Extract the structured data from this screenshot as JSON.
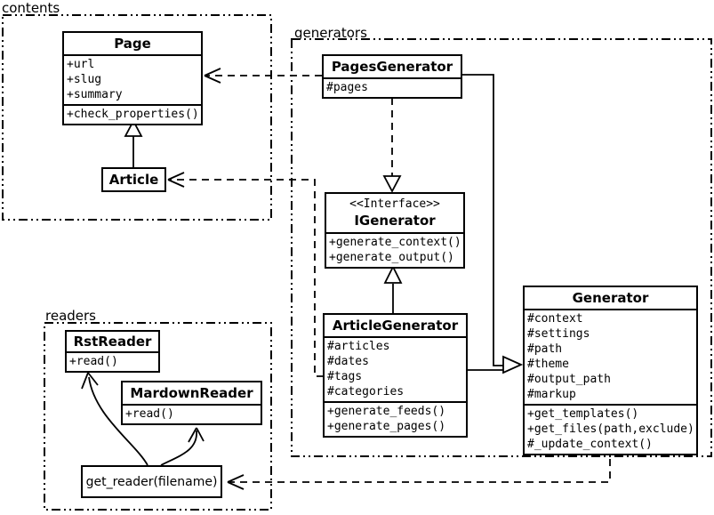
{
  "diagram": {
    "packages": {
      "contents": "contents",
      "generators": "generators",
      "readers": "readers"
    },
    "classes": {
      "page": {
        "title": "Page",
        "attributes": [
          "+url",
          "+slug",
          "+summary"
        ],
        "methods": [
          "+check_properties()"
        ]
      },
      "article": {
        "title": "Article"
      },
      "pages_generator": {
        "title": "PagesGenerator",
        "attributes": [
          "#pages"
        ]
      },
      "igenerator": {
        "stereotype": "<<Interface>>",
        "title": "IGenerator",
        "methods": [
          "+generate_context()",
          "+generate_output()"
        ]
      },
      "article_generator": {
        "title": "ArticleGenerator",
        "attributes": [
          "#articles",
          "#dates",
          "#tags",
          "#categories"
        ],
        "methods": [
          "+generate_feeds()",
          "+generate_pages()"
        ]
      },
      "generator": {
        "title": "Generator",
        "attributes": [
          "#context",
          "#settings",
          "#path",
          "#theme",
          "#output_path",
          "#markup"
        ],
        "methods": [
          "+get_templates()",
          "+get_files(path,exclude)",
          "#_update_context()"
        ]
      },
      "rst_reader": {
        "title": "RstReader",
        "methods": [
          "+read()"
        ]
      },
      "mardown_reader": {
        "title": "MardownReader",
        "methods": [
          "+read()"
        ]
      },
      "get_reader": {
        "label": "get_reader(filename)"
      }
    },
    "colors": {
      "line": "#000000",
      "background": "#ffffff"
    }
  }
}
